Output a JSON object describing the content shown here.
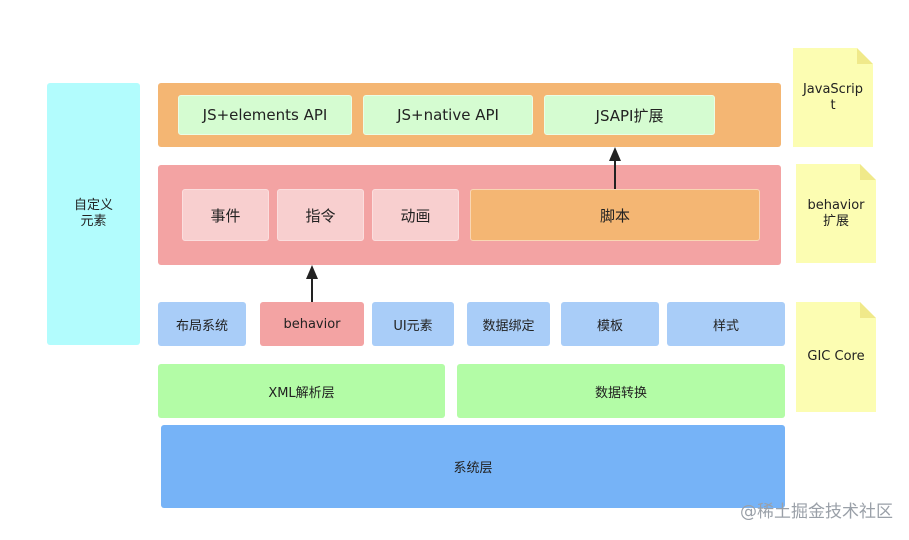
{
  "custom_element": {
    "line1": "自定义",
    "line2": "元素"
  },
  "js_layer": {
    "items": [
      "JS+elements API",
      "JS+native API",
      "JSAPI扩展"
    ]
  },
  "behavior_layer": {
    "items": [
      "事件",
      "指令",
      "动画"
    ],
    "script": "脚本"
  },
  "gic_layer": {
    "items": [
      "布局系统",
      "behavior",
      "UI元素",
      "数据绑定",
      "模板",
      "样式"
    ]
  },
  "parser_layer": {
    "items": [
      "XML解析层",
      "数据转换"
    ]
  },
  "system_layer": {
    "label": "系统层"
  },
  "notes": {
    "javascript": {
      "line1": "JavaScrip",
      "line2": "t"
    },
    "behavior": {
      "line1": "behavior",
      "line2": "扩展"
    },
    "gic": {
      "line1": "GIC Core"
    }
  },
  "watermark": "@稀土掘金技术社区"
}
